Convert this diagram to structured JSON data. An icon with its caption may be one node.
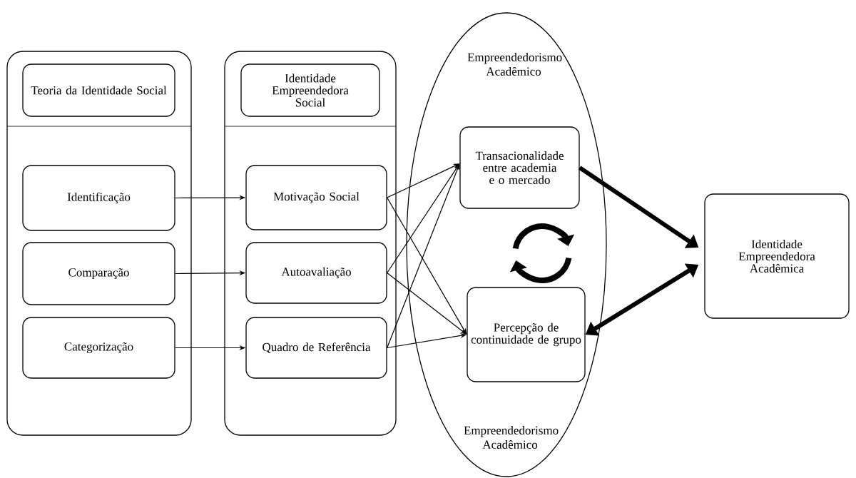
{
  "diagram": {
    "nodes": [
      {
        "text": [],
        "shape": "box"
      },
      {
        "text": [
          "Teoria da Identidade Social"
        ],
        "in": 0
      },
      {
        "text": [
          "Identificação"
        ],
        "in": 0
      },
      {
        "text": [
          "Comparação"
        ],
        "in": 0
      },
      {
        "text": [
          "Categorização"
        ],
        "in": 0
      },
      {
        "text": [],
        "shape": "box"
      },
      {
        "text": [
          "Identidade Empreendedora Social"
        ],
        "in": 5
      },
      {
        "text": [
          "Motivação Social"
        ],
        "in": 5
      },
      {
        "text": [
          "Autoavaliação"
        ],
        "in": 5
      },
      {
        "text": [
          "Quadro de Referência"
        ],
        "in": 5
      },
      {
        "text": [
          "Empreendedorismo Acadêmico",
          "Empreendedorismo Acadêmico"
        ]
      },
      {
        "text": [
          "Transacionalidade entre academia e o mercado"
        ],
        "in": 10
      },
      {
        "text": [
          "Percepção de continuidade de grupo"
        ],
        "in": 10
      },
      {
        "text": [
          "Identidade Empreendedora Acadêmica"
        ]
      }
    ],
    "edges": [
      {
        "from": 2,
        "to": 7,
        "arrow": "to"
      },
      {
        "from": 3,
        "to": 8,
        "arrow": "to"
      },
      {
        "from": 4,
        "to": 9,
        "arrow": "to"
      },
      {
        "from": 7,
        "to": 11,
        "arrow": "to"
      },
      {
        "from": 7,
        "to": 12,
        "arrow": "to"
      },
      {
        "from": 8,
        "to": 11,
        "arrow": "to"
      },
      {
        "from": 8,
        "to": 12,
        "arrow": "to"
      },
      {
        "from": 9,
        "to": 11,
        "arrow": "to"
      },
      {
        "from": 9,
        "to": 12,
        "arrow": "to"
      },
      {
        "from": 11,
        "to": 13,
        "arrow": "to",
        "style": "thick"
      },
      {
        "from": 12,
        "to": 13,
        "arrow": "both",
        "style": "thick"
      }
    ]
  }
}
